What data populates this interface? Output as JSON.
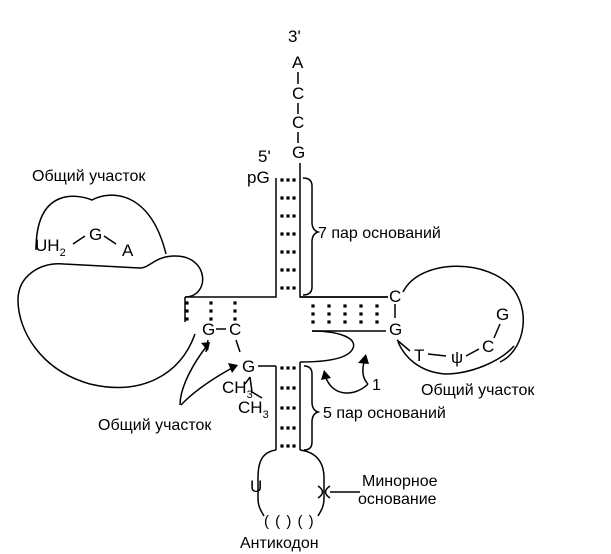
{
  "acceptor_stem": {
    "three_prime": "3'",
    "bases_3prime": [
      "A",
      "C",
      "C",
      "G"
    ],
    "five_prime": "5'",
    "five_prime_base": "pG",
    "pairs_label": "7 пар оснований"
  },
  "d_arm": {
    "region_label": "Общий участок",
    "loop_bases": {
      "uh": "UH",
      "uh_sub": "2",
      "g": "G",
      "a": "A"
    },
    "stem_g": "G",
    "stem_c": "C"
  },
  "t_arm": {
    "loop_bases": [
      "C",
      "G",
      "T",
      "ψ",
      "C",
      "G"
    ],
    "region_label": "Общий участок"
  },
  "variable_region": {
    "g_base": "G",
    "methyl_1": "CH",
    "methyl_1_sub": "3",
    "methyl_2": "CH",
    "methyl_2_sub": "3",
    "region_label": "Общий участок",
    "marker": "1"
  },
  "anticodon_arm": {
    "pairs_label": "5 пар оснований",
    "u_base": "U",
    "minor_label_line1": "Минорное",
    "minor_label_line2": "основание",
    "anticodon_glyphs": "( ( ) ( )",
    "anticodon_label": "Антикодон"
  }
}
